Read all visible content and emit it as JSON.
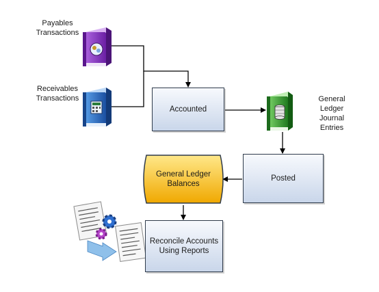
{
  "nodes": {
    "payables": "Payables\nTransactions",
    "receivables": "Receivables\nTransactions",
    "accounted": "Accounted",
    "gl_journal": "General\nLedger\nJournal\nEntries",
    "posted": "Posted",
    "gl_balances": "General Ledger\nBalances",
    "reconcile": "Reconcile Accounts\nUsing Reports"
  },
  "colors": {
    "payables_book": "#8e3fc4",
    "receivables_book": "#2f72c8",
    "journal_book": "#3aa63a",
    "balances_scroll": "#f2b705",
    "process_box": "#c9d6ea",
    "connector": "#000000"
  },
  "icons": {
    "payables": "purple-book-coins-icon",
    "receivables": "blue-book-calculator-icon",
    "journal": "green-book-database-icon",
    "reports": "reports-with-gears-icon"
  }
}
